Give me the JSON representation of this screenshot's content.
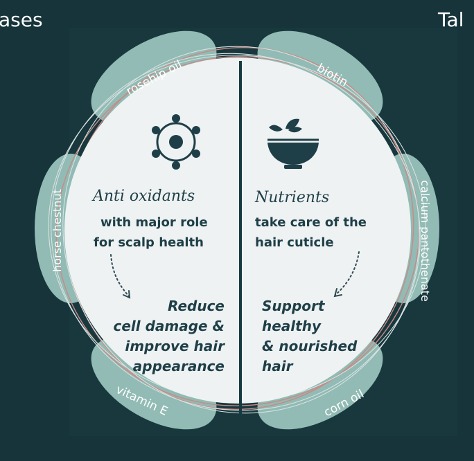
{
  "corner_left": "ases",
  "corner_right": "Tal",
  "left": {
    "title": "Anti oxidants",
    "subtitle_lines": [
      "with major role",
      "for scalp health"
    ],
    "result_lines": [
      "Reduce",
      "cell damage &",
      "improve hair",
      "appearance"
    ],
    "icon": "atom-icon"
  },
  "right": {
    "title": "Nutrients",
    "subtitle_lines": [
      "take care of the",
      "hair cuticle"
    ],
    "result_lines": [
      "Support",
      "healthy",
      "& nourished",
      "hair"
    ],
    "icon": "bowl-with-leaves-icon"
  },
  "petals": {
    "rosehip_oil": "rosehip oil",
    "biotin": "biotin",
    "horse_chestnut": "horse chestnut",
    "calcium_pantothenate": "calcium pantothenate",
    "vitamin_e": "vitamin E",
    "corn_oil": "corn oil"
  },
  "colors": {
    "background": "#16343a",
    "petal": "#91bbb4",
    "disc": "#eef2f2",
    "text_dark": "#1f3f48",
    "ring_pink": "#c98a86"
  }
}
